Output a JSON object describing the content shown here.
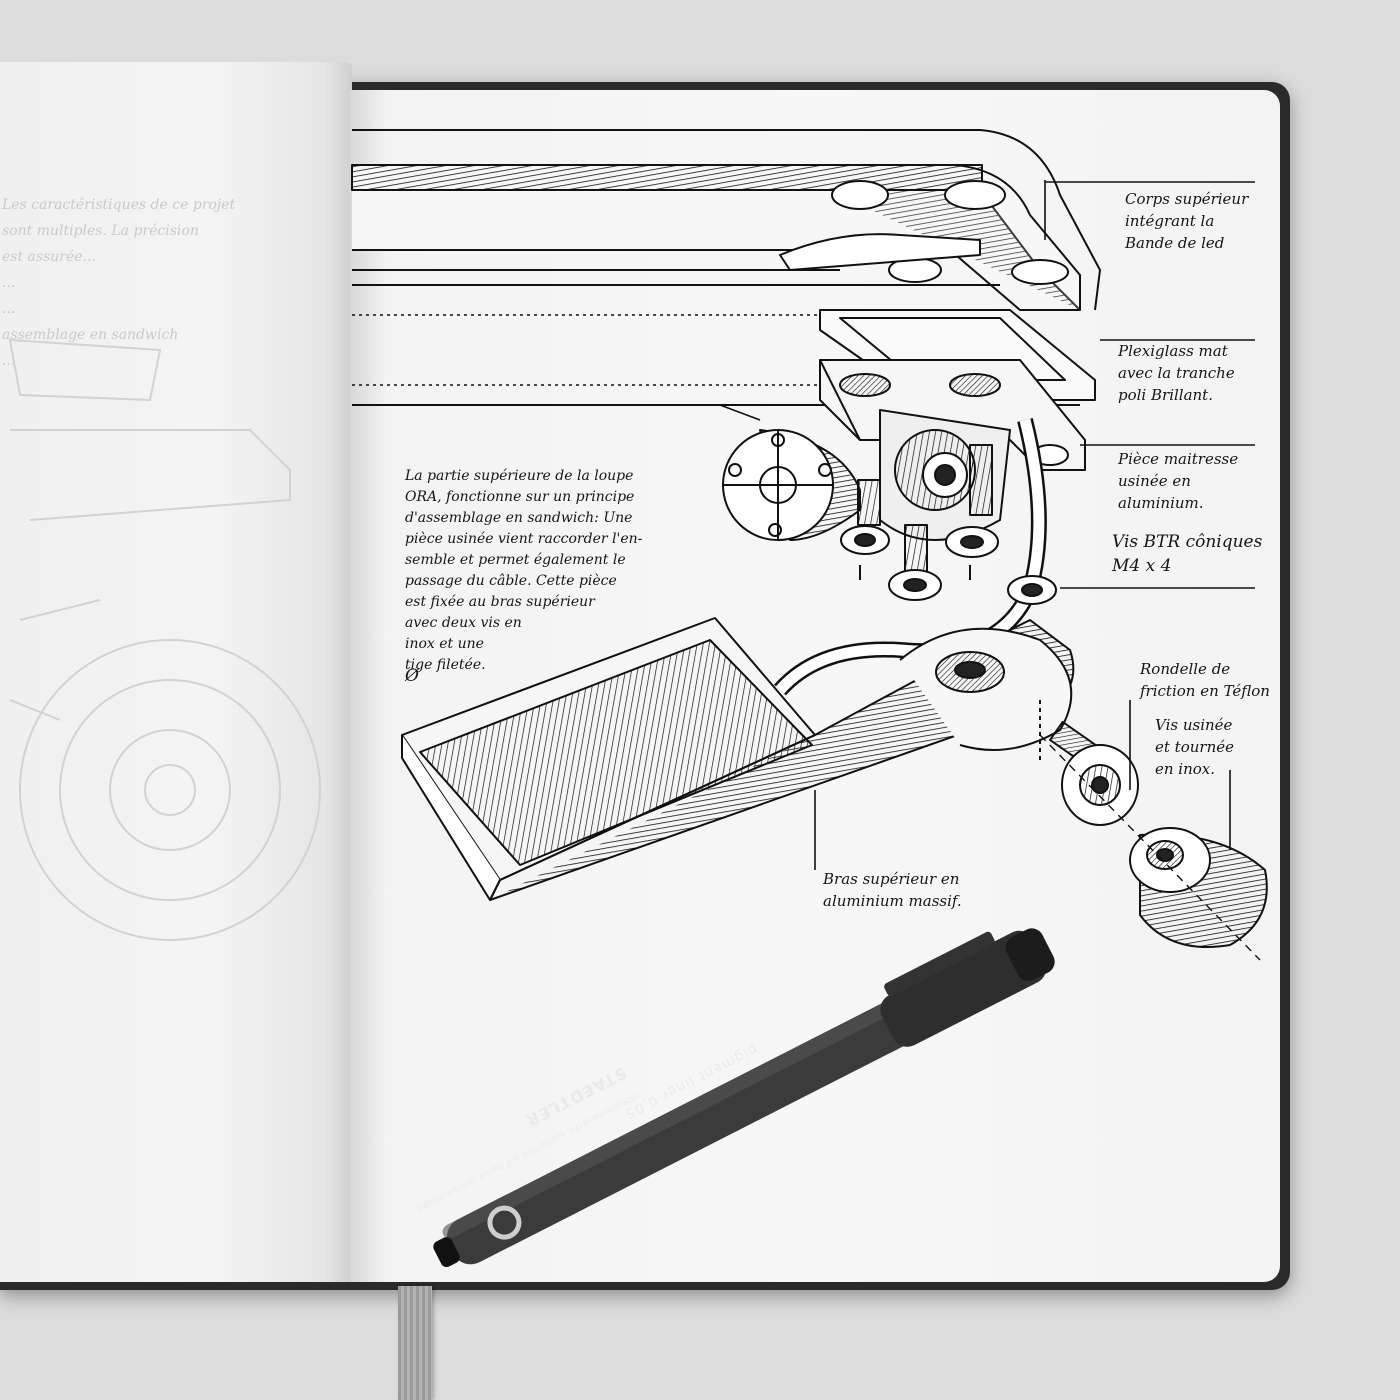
{
  "left_page": {
    "faint_text_lines": "Les caractéristiques de ce projet\nsont multiples. La précision\nest assurée...\n...\n...\nassemblage en sandwich\n..."
  },
  "annotations": {
    "corps": "Corps supérieur\nintégrant la\nBande de led",
    "plexi": "Plexiglass mat\navec la tranche\npoli Brillant.",
    "piece_maitresse": "Pièce maitresse\nusinée en\naluminium.",
    "vis_btr": "Vis BTR côniques\nM4 x 4",
    "rondelle": "Rondelle de\nfriction en Téflon",
    "vis_usinee": "Vis usinée\net tournée\nen inox.",
    "bras": "Bras supérieur en\naluminium massif.",
    "description": "La partie supérieure de la loupe\nORA, fonctionne sur un principe\nd'assemblage en sandwich: Une\npièce usinée vient raccorder l'en-\nsemble et permet également le\npassage du câble. Cette pièce\nest fixée au bras supérieur\navec deux vis en\ninox et une\ntige filetée.",
    "symbol": "Ø"
  },
  "pen": {
    "brand": "STAEDTLER",
    "model": "pigment liner 0,05",
    "small_text": "dokumentenecht, wasserfest auf Papier, lichtbeständig"
  },
  "colors": {
    "background": "#dcdcdc",
    "paper": "#f5f5f5",
    "ink": "#161616",
    "pen_body": "#3a3a3a"
  }
}
